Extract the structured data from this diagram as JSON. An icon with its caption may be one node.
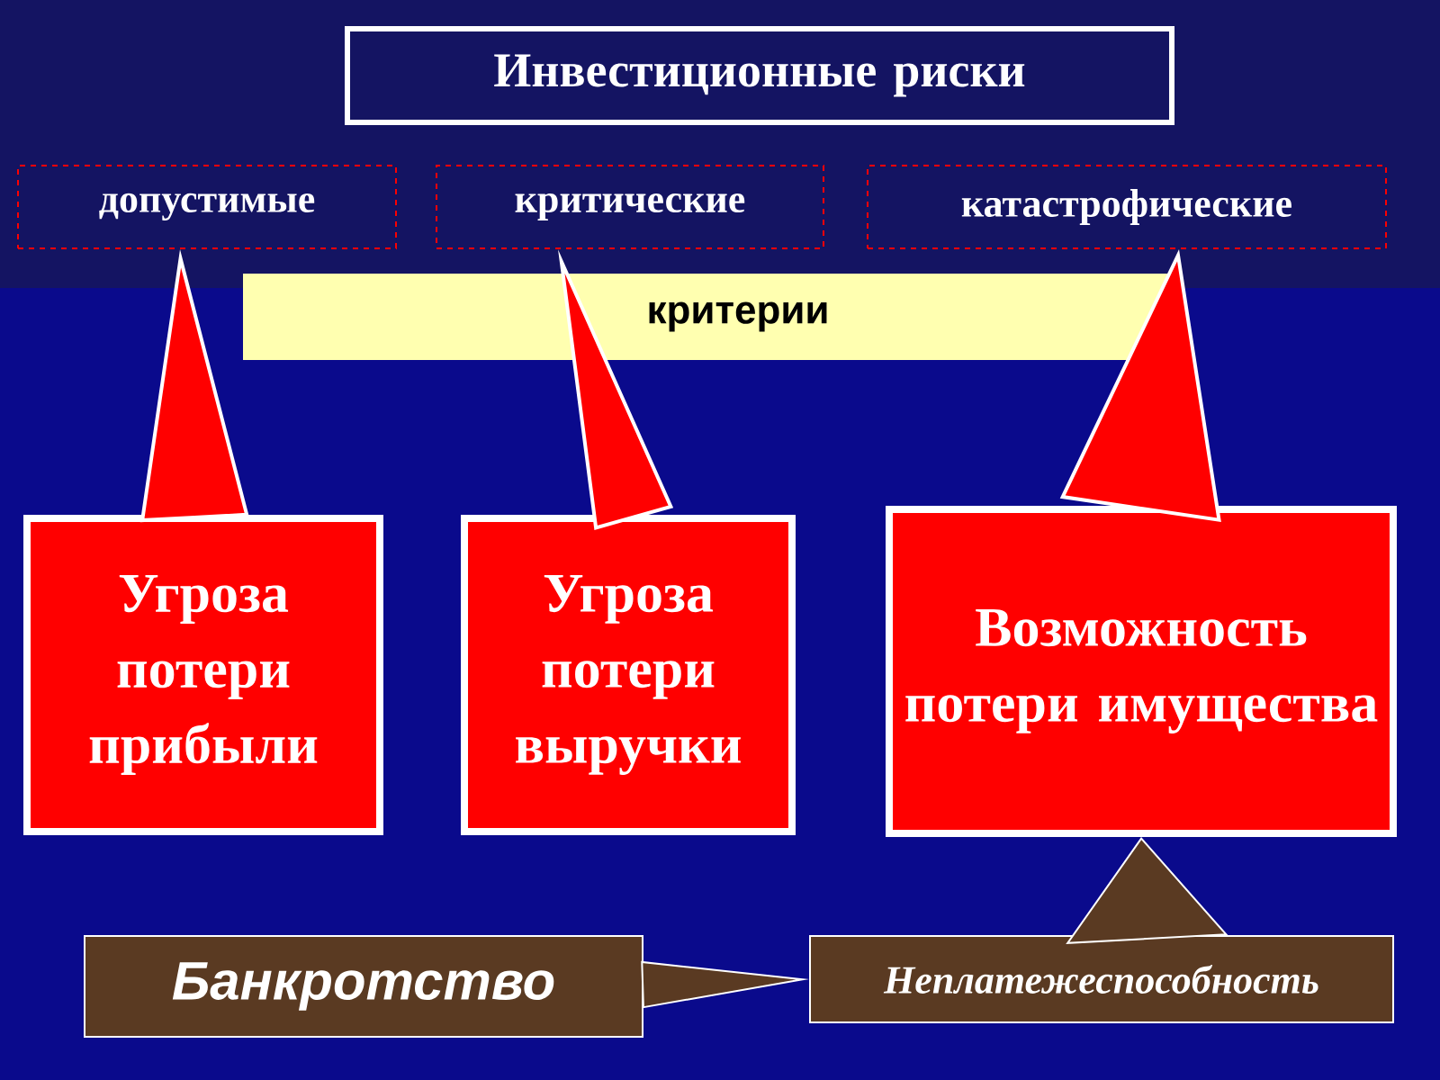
{
  "diagram": {
    "nodes": [
      {
        "text": [
          "Инвестиционные риски"
        ]
      },
      {
        "text": [
          "допустимые"
        ]
      },
      {
        "text": [
          "критические"
        ]
      },
      {
        "text": [
          "катастрофические"
        ]
      },
      {
        "text": [
          "критерии"
        ]
      },
      {
        "text": [
          "Угроза потери прибыли"
        ]
      },
      {
        "text": [
          "Угроза потери выручки"
        ]
      },
      {
        "text": [
          "Возможность потери имущества"
        ]
      },
      {
        "text": [
          "Банкротство"
        ]
      },
      {
        "text": [
          "Неплатежеспособность"
        ]
      }
    ],
    "edges": [
      {
        "from": 5,
        "to": 1,
        "arrow": "to"
      },
      {
        "from": 6,
        "to": 2,
        "arrow": "to"
      },
      {
        "from": 7,
        "to": 3,
        "arrow": "to"
      },
      {
        "from": 8,
        "to": 9,
        "arrow": "to"
      },
      {
        "from": 9,
        "to": 7,
        "arrow": "to"
      }
    ]
  }
}
